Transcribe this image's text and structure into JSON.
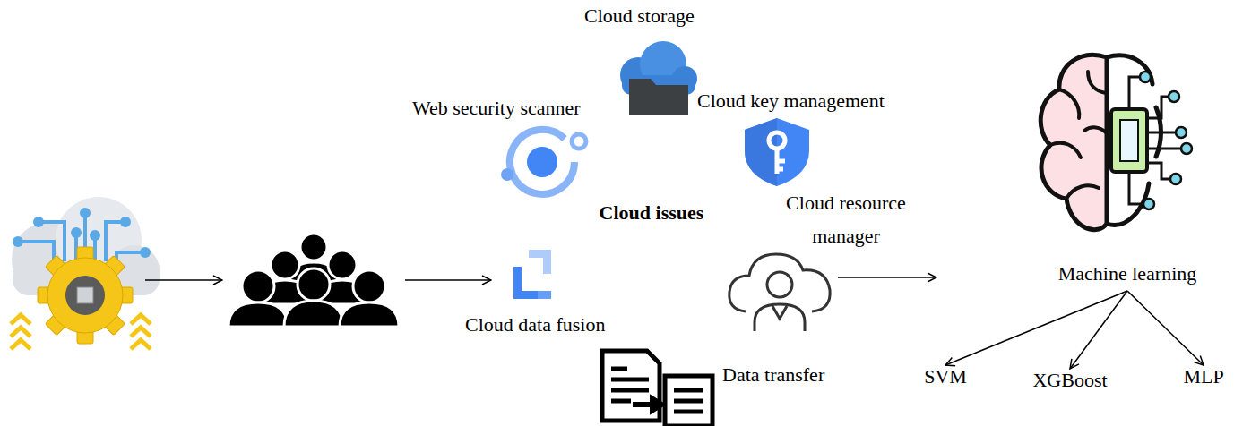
{
  "diagram": {
    "nodes": [
      {
        "text": [
          "Cloud issues"
        ]
      },
      {
        "text": [
          "Machine learning"
        ]
      },
      {
        "text": [
          "SVM"
        ]
      },
      {
        "text": [
          "XGBoost"
        ]
      },
      {
        "text": [
          "MLP"
        ]
      }
    ],
    "edges": [
      {
        "from": 0,
        "to": 1,
        "arrow": "to"
      },
      {
        "from": 1,
        "to": 2,
        "arrow": "to"
      },
      {
        "from": 1,
        "to": 3,
        "arrow": "to"
      },
      {
        "from": 1,
        "to": 4,
        "arrow": "to"
      }
    ],
    "labels": [
      "Cloud storage",
      "Web security scanner",
      "Cloud key management",
      "Cloud resource manager",
      "Cloud data fusion",
      "Data transfer"
    ]
  }
}
